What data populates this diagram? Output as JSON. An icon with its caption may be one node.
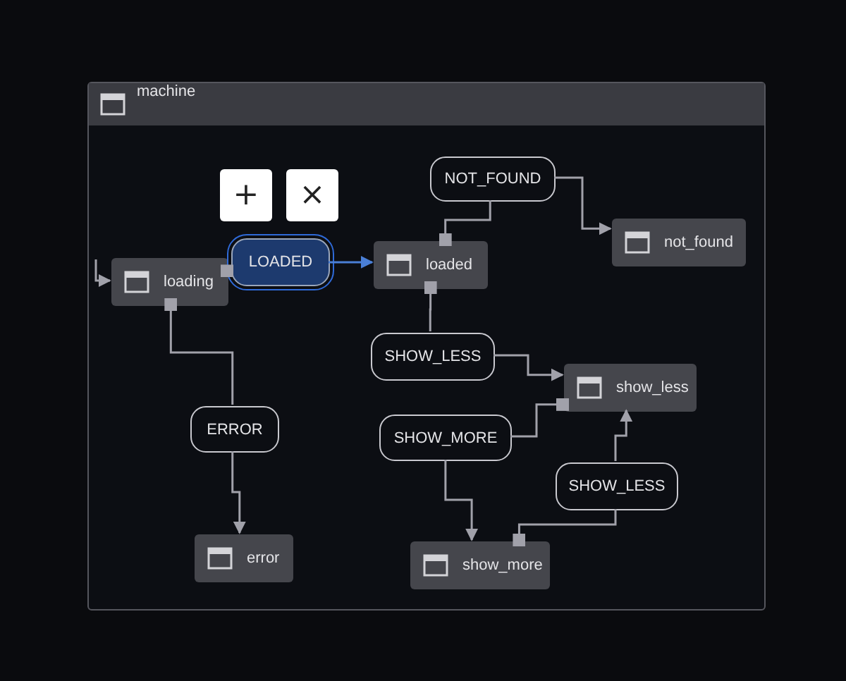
{
  "diagram": {
    "nodes": [
      {
        "text": [
          "machine"
        ]
      },
      {
        "text": [
          "loading"
        ],
        "in": 0
      },
      {
        "text": [
          "LOADED"
        ],
        "in": 0
      },
      {
        "text": [
          "loaded"
        ],
        "in": 0
      },
      {
        "text": [
          "NOT_FOUND"
        ],
        "in": 0
      },
      {
        "text": [
          "not_found"
        ],
        "in": 0
      },
      {
        "text": [
          "ERROR"
        ],
        "in": 0
      },
      {
        "text": [
          "error"
        ],
        "in": 0
      },
      {
        "text": [
          "SHOW_LESS"
        ],
        "in": 0
      },
      {
        "text": [
          "show_less"
        ],
        "in": 0
      },
      {
        "text": [
          "SHOW_MORE"
        ],
        "in": 0
      },
      {
        "text": [
          "show_more"
        ],
        "in": 0
      },
      {
        "text": [
          "SHOW_LESS"
        ],
        "in": 0
      }
    ],
    "edges": [
      {
        "from": null,
        "to": 1,
        "arrow": "to"
      },
      {
        "from": 1,
        "to": 2,
        "arrow": "other"
      },
      {
        "from": 2,
        "to": 3,
        "arrow": "to",
        "color": "#4a7fd6"
      },
      {
        "from": 3,
        "to": 4,
        "arrow": "other"
      },
      {
        "from": 4,
        "to": 5,
        "arrow": "to"
      },
      {
        "from": 1,
        "to": 6,
        "arrow": "other"
      },
      {
        "from": 6,
        "to": 7,
        "arrow": "to"
      },
      {
        "from": 3,
        "to": 8,
        "arrow": "other"
      },
      {
        "from": 8,
        "to": 9,
        "arrow": "to"
      },
      {
        "from": 9,
        "to": 10,
        "arrow": "other"
      },
      {
        "from": 10,
        "to": 11,
        "arrow": "to"
      },
      {
        "from": 11,
        "to": 12,
        "arrow": "other"
      },
      {
        "from": 12,
        "to": 9,
        "arrow": "to"
      }
    ],
    "labels": [
      "+",
      "×"
    ]
  }
}
